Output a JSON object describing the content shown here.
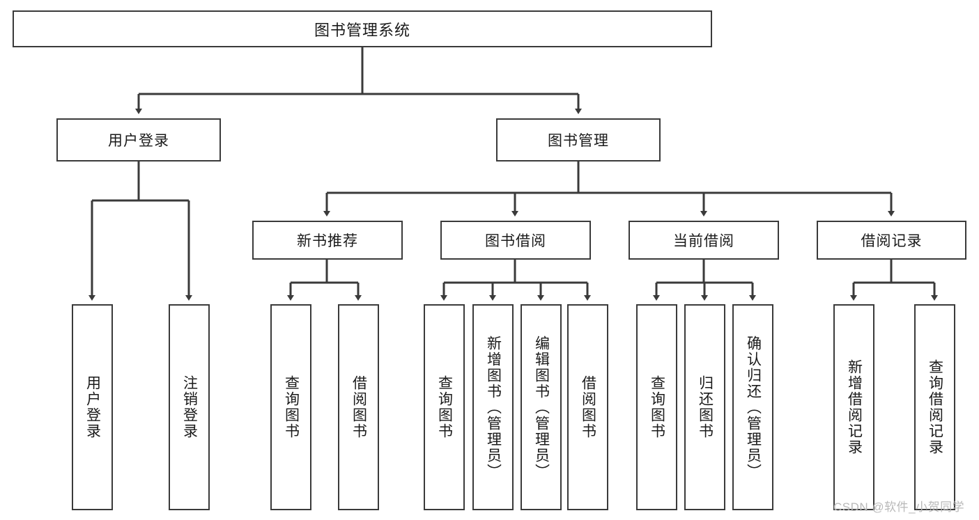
{
  "diagram": {
    "type": "tree-hierarchy",
    "title": "图书管理系统",
    "root": {
      "label": "图书管理系统"
    },
    "level2": [
      {
        "label": "用户登录"
      },
      {
        "label": "图书管理"
      }
    ],
    "level3": [
      {
        "label": "新书推荐"
      },
      {
        "label": "图书借阅"
      },
      {
        "label": "当前借阅"
      },
      {
        "label": "借阅记录"
      }
    ],
    "leaves": {
      "user_login": [
        {
          "label": "用户登录"
        },
        {
          "label": "注销登录"
        }
      ],
      "new_book_recommend": [
        {
          "label": "查询图书"
        },
        {
          "label": "借阅图书"
        }
      ],
      "book_borrow": [
        {
          "label": "查询图书"
        },
        {
          "label": "新增图书（管理员）"
        },
        {
          "label": "编辑图书（管理员）"
        },
        {
          "label": "借阅图书"
        }
      ],
      "current_borrow": [
        {
          "label": "查询图书"
        },
        {
          "label": "归还图书"
        },
        {
          "label": "确认归还（管理员）"
        }
      ],
      "borrow_record": [
        {
          "label": "新增借阅记录"
        },
        {
          "label": "查询借阅记录"
        }
      ]
    }
  },
  "watermark": {
    "text": "CSDN @软件_小贺同学"
  },
  "colors": {
    "border": "#3a3a3a",
    "background": "#ffffff",
    "text": "#1a1a1a",
    "watermark": "#b9b9b9"
  }
}
